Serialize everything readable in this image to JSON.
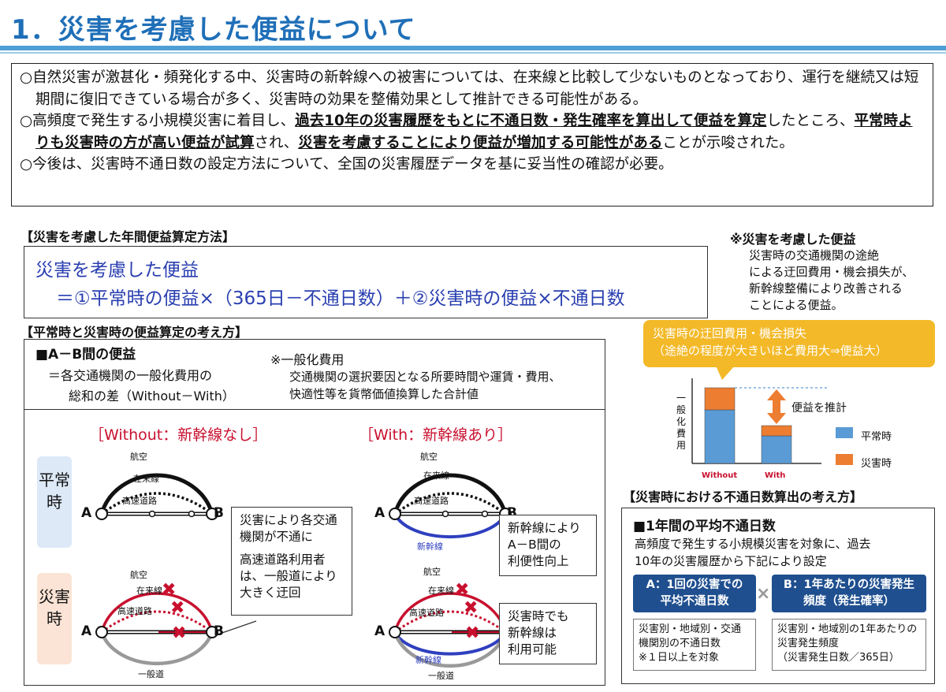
{
  "title": "1．災害を考慮した便益について",
  "summary": {
    "p1": "○自然災害が激甚化・頻発化する中、災害時の新幹線への被害については、在来線と比較して少ないものとなっており、運行を継続又は短期間に復旧できている場合が多く、災害時の効果を整備効果として推計できる可能性がある。",
    "p2_a": "○高頻度で発生する小規模災害に着目し、",
    "p2_b": "過去10年の災害履歴をもとに不通日数・発生確率を算出して便益を算定",
    "p2_c": "したところ、",
    "p2_d": "平常時よりも災害時の方が高い便益が試算",
    "p2_e": "され、",
    "p2_f": "災害を考慮することにより便益が増加する可能性があ",
    "p2_g": "る",
    "p2_h": "ことが示唆された。",
    "p3": "○今後は、災害時不通日数の設定方法について、全国の災害履歴データを基に妥当性の確認が必要。"
  },
  "method": {
    "heading": "【災害を考慮した年間便益算定方法】",
    "formula_l1": "災害を考慮した便益",
    "formula_l2": "＝①平常時の便益×（365日－不通日数）＋②災害時の便益×不通日数"
  },
  "note": {
    "heading": "※災害を考慮した便益",
    "body_1": "災害時の交通機関の途絶",
    "body_2": "による迂回費用・機会損失が、",
    "body_3": "新幹線整備により改善される",
    "body_4": "ことによる便益。"
  },
  "concept": {
    "heading": "【平常時と災害時の便益算定の考え方】",
    "ab_title": "■A－B間の便益",
    "ab_l1": "＝各交通機関の一般化費用の",
    "ab_l2": "総和の差（Without－With）",
    "gen_title": "※一般化費用",
    "gen_l1": "交通機関の選択要因となる所要時間や運賃・費用、",
    "gen_l2": "快適性等を貨幣価値換算した合計値",
    "without": "［Without：新幹線なし］",
    "with": "［With：新幹線あり］",
    "normal_label": "平常時",
    "disaster_label": "災害時",
    "air": "航空",
    "conventional": "在来線",
    "expressway": "高速道路",
    "shinkansen": "新幹線",
    "general_road": "一般道",
    "A": "A",
    "B": "B",
    "callout1_l1": "災害により各交通",
    "callout1_l2": "機関が不通に",
    "callout1_l3": "高速道路利用者",
    "callout1_l4": "は、一般道により",
    "callout1_l5": "大きく迂回",
    "callout2_l1": "新幹線により",
    "callout2_l2": "A－B間の",
    "callout2_l3": "利便性向上",
    "callout3_l1": "災害時でも",
    "callout3_l2": "新幹線は",
    "callout3_l3": "利用可能"
  },
  "bubble": {
    "l1": "災害時の迂回費用・機会損失",
    "l2": "（途絶の程度が大きいほど費用大⇒便益大）"
  },
  "chart_data": {
    "type": "bar",
    "categories": [
      "Without",
      "With"
    ],
    "series": [
      {
        "name": "平常時",
        "values": [
          68,
          35
        ]
      },
      {
        "name": "災害時",
        "values": [
          28,
          13
        ]
      }
    ],
    "ylabel": "一般化費用",
    "annotation": "便益を推計",
    "colors": {
      "平常時": "#5b9bd5",
      "災害時": "#ed7d31"
    }
  },
  "chart_text": {
    "ylabel_chars": [
      "一",
      "般",
      "化",
      "費",
      "用"
    ],
    "annotation": "便益を推計",
    "legend_normal": "平常時",
    "legend_disaster": "災害時",
    "x_without": "Without",
    "x_with": "With"
  },
  "days": {
    "heading": "【災害時における不通日数算出の考え方】",
    "title": "■1年間の平均不通日数",
    "desc_l1": "高頻度で発生する小規模災害を対象に、過去",
    "desc_l2": "10年の災害履歴から下記により設定",
    "tagA_l1": "A：1回の災害での",
    "tagA_l2": "平均不通日数",
    "tagB_l1": "B：1年あたりの災害発生",
    "tagB_l2": "頻度（発生確率）",
    "boxA_l1": "災害別・地域別・交通",
    "boxA_l2": "機関別の不通日数",
    "boxA_l3": "※１日以上を対象",
    "boxB_l1": "災害別・地域別の1年あたりの",
    "boxB_l2": "災害発生頻度",
    "boxB_l3": "（災害発生日数／365日）",
    "times": "×"
  },
  "colors": {
    "title_blue": "#1f6fb8",
    "shinkansen_blue": "#2f3fbf",
    "disaster_red": "#c8102e",
    "orange": "#f3b928",
    "navy": "#1f4f8f"
  }
}
